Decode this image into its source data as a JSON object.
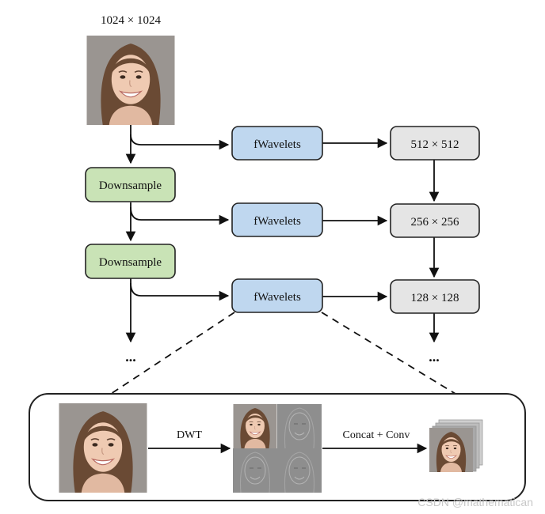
{
  "input": {
    "size_label": "1024 × 1024"
  },
  "downsample": {
    "labels": [
      "Downsample",
      "Downsample"
    ]
  },
  "fwavelets": {
    "labels": [
      "fWavelets",
      "fWavelets",
      "fWavelets"
    ]
  },
  "outputs": {
    "labels": [
      "512 × 512",
      "256 × 256",
      "128 × 128"
    ]
  },
  "ellipsis": {
    "left": "...",
    "right": "..."
  },
  "detail": {
    "dwt_label": "DWT",
    "concat_label": "Concat + Conv"
  },
  "watermark": "CSDN @mathematican",
  "colors": {
    "downsample_fill": "#c9e3b6",
    "fwavelets_fill": "#bfd7ef",
    "output_fill": "#e5e5e5",
    "stroke": "#222222"
  }
}
